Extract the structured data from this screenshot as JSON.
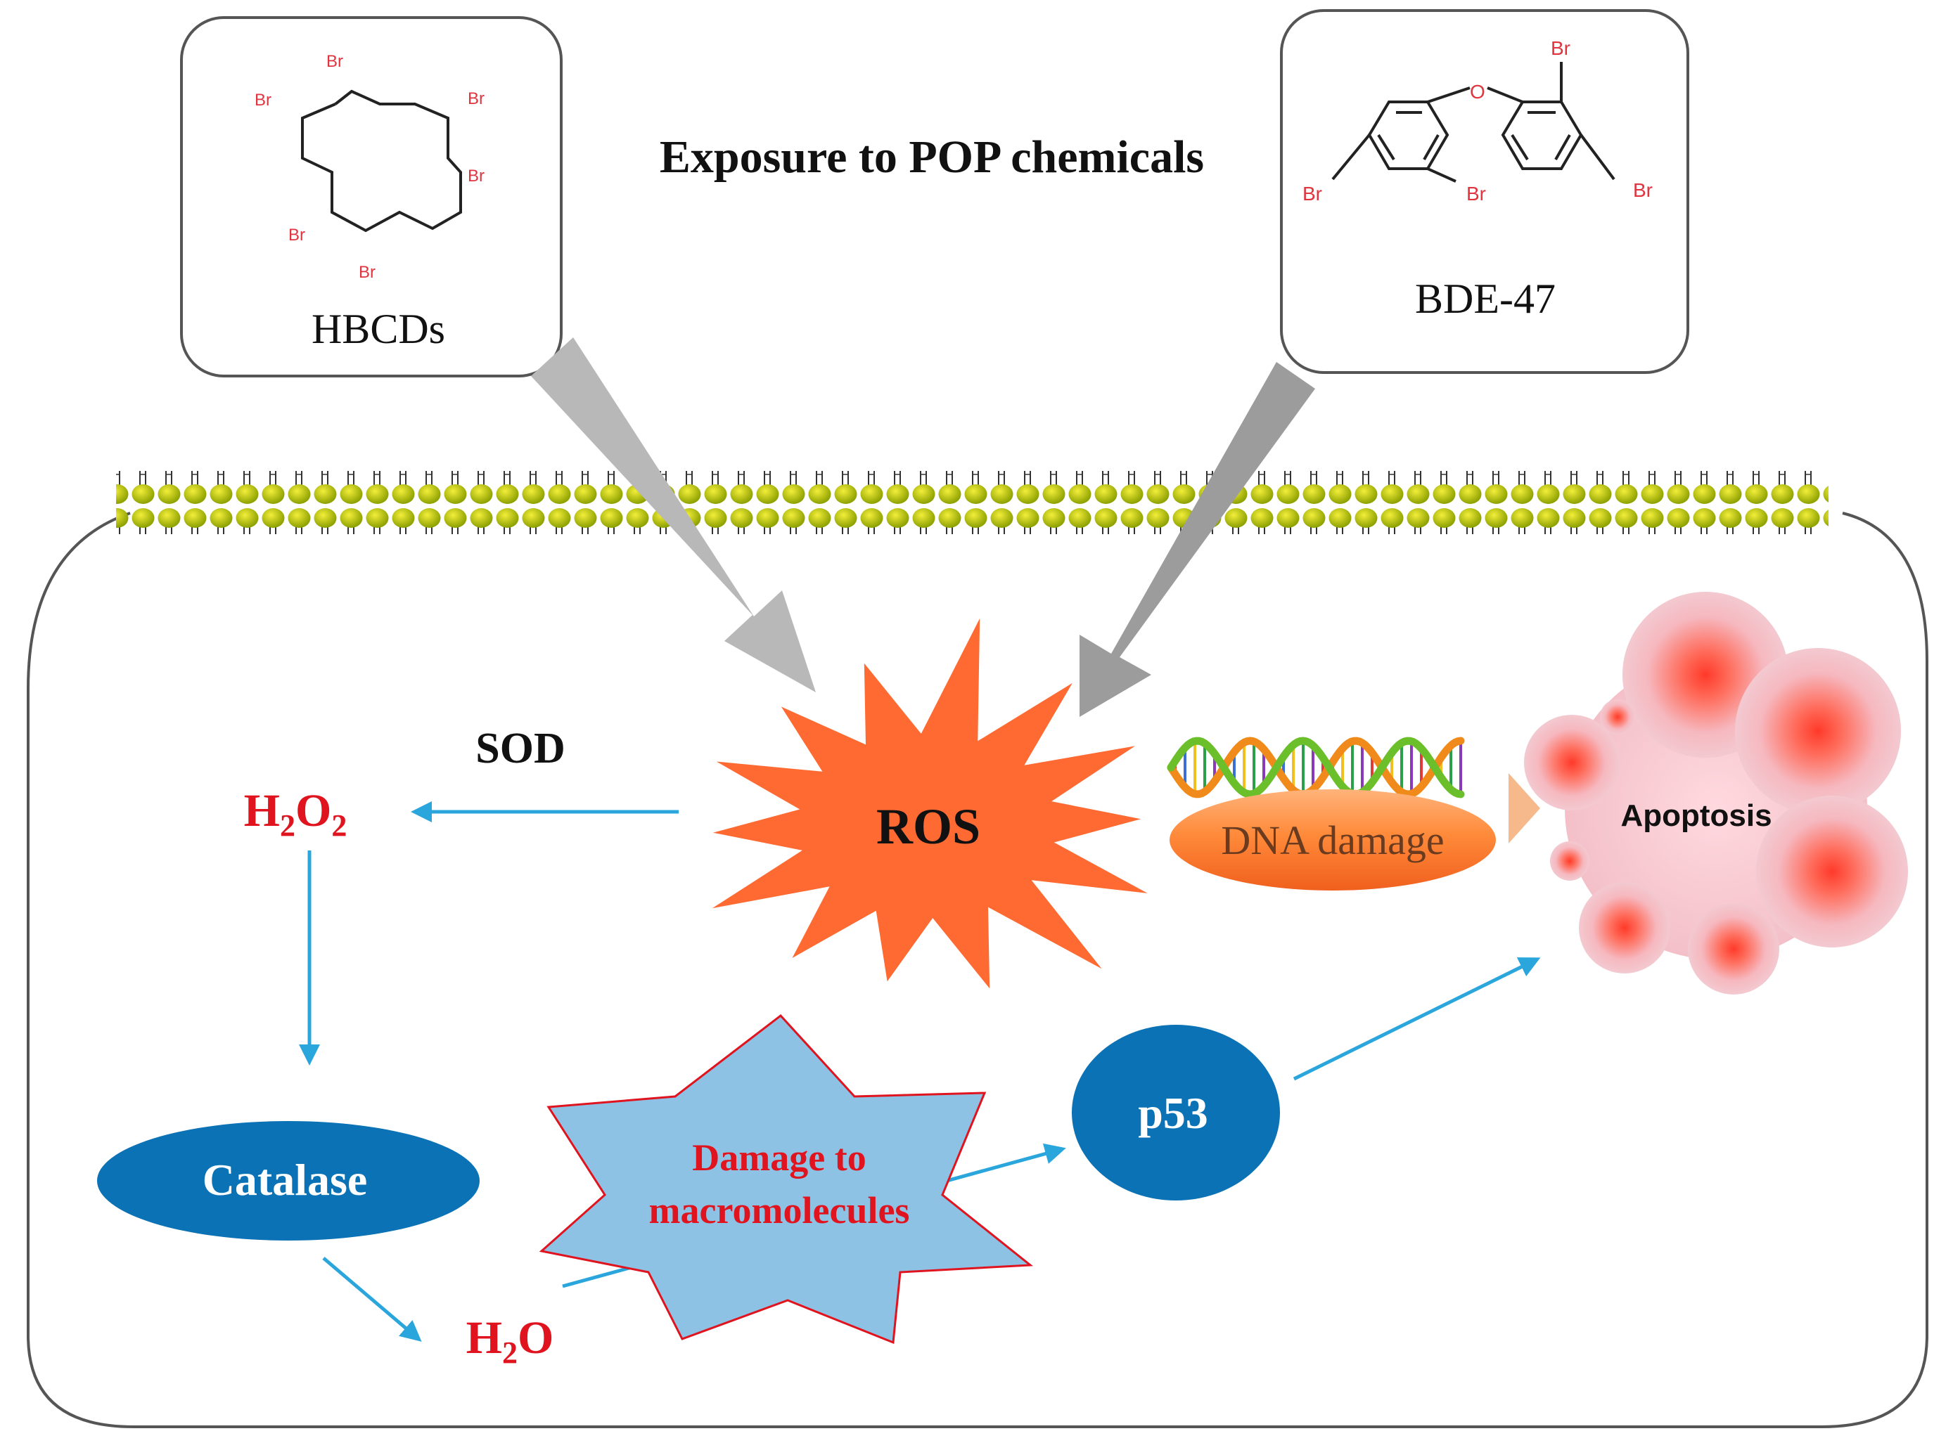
{
  "title": "Exposure to POP chemicals",
  "chemicals": {
    "hbcd": {
      "name": "HBCDs"
    },
    "bde": {
      "name": "BDE-47"
    },
    "atoms": {
      "bromine": "Br",
      "oxygen": "O"
    }
  },
  "nodes": {
    "ros": "ROS",
    "sod": "SOD",
    "h2o2": {
      "base1": "H",
      "sub1": "2",
      "base2": "O",
      "sub2": "2"
    },
    "catalase": "Catalase",
    "h2o": {
      "base1": "H",
      "sub1": "2",
      "base2": "O"
    },
    "damage": {
      "line1": "Damage to",
      "line2": "macromolecules"
    },
    "p53": "p53",
    "dna_damage": "DNA damage",
    "apoptosis": "Apoptosis"
  },
  "colors": {
    "red_text": "#e0141e",
    "blue_node": "#0b72b5",
    "arrow_blue": "#2aa6dc",
    "ros_burst": "#ff6a33",
    "damage_star": "#8ec2e4",
    "grey_arrow": "#b8b8b8",
    "membrane_head": "#c8c200",
    "box_border": "#555555"
  }
}
